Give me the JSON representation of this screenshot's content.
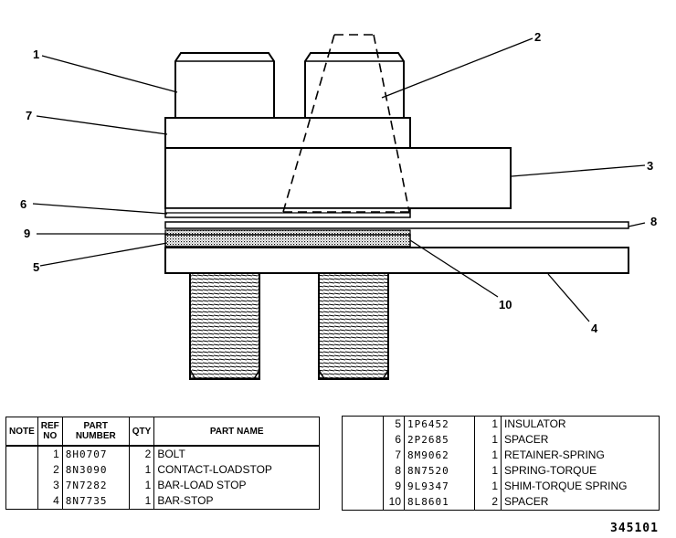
{
  "callouts": [
    "1",
    "2",
    "3",
    "4",
    "5",
    "6",
    "7",
    "8",
    "9",
    "10"
  ],
  "parts_table": {
    "headers": {
      "note": "NOTE",
      "ref_line1": "REF",
      "ref_line2": "NO",
      "part_line1": "PART",
      "part_line2": "NUMBER",
      "qty": "QTY",
      "name": "PART NAME"
    },
    "rows": [
      {
        "ref": "1",
        "part_number": "8H0707",
        "qty": "2",
        "name": "BOLT"
      },
      {
        "ref": "2",
        "part_number": "8N3090",
        "qty": "1",
        "name": "CONTACT-LOADSTOP"
      },
      {
        "ref": "3",
        "part_number": "7N7282",
        "qty": "1",
        "name": "BAR-LOAD STOP"
      },
      {
        "ref": "4",
        "part_number": "8N7735",
        "qty": "1",
        "name": "BAR-STOP"
      },
      {
        "ref": "5",
        "part_number": "1P6452",
        "qty": "1",
        "name": "INSULATOR"
      },
      {
        "ref": "6",
        "part_number": "2P2685",
        "qty": "1",
        "name": "SPACER"
      },
      {
        "ref": "7",
        "part_number": "8M9062",
        "qty": "1",
        "name": "RETAINER-SPRING"
      },
      {
        "ref": "8",
        "part_number": "8N7520",
        "qty": "1",
        "name": "SPRING-TORQUE"
      },
      {
        "ref": "9",
        "part_number": "9L9347",
        "qty": "1",
        "name": "SHIM-TORQUE SPRING"
      },
      {
        "ref": "10",
        "part_number": "8L8601",
        "qty": "2",
        "name": "SPACER"
      }
    ]
  },
  "figure_id": "345101"
}
